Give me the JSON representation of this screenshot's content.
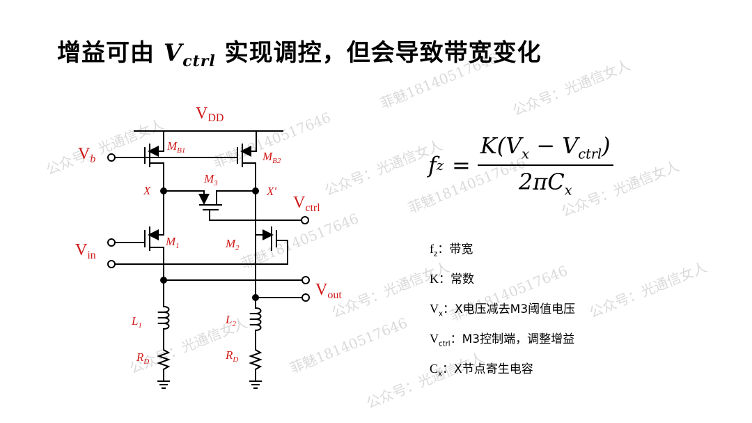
{
  "title": {
    "prefix": "增益可由 ",
    "var": "V",
    "var_sub": "ctrl",
    "suffix": " 实现调控，但会导致带宽变化"
  },
  "circuit": {
    "vdd": "V",
    "vdd_sub": "DD",
    "vb": "V",
    "vb_sub": "b",
    "vin": "V",
    "vin_sub": "in",
    "vctrl": "V",
    "vctrl_sub": "ctrl",
    "vout": "V",
    "vout_sub": "out",
    "mb1": "M",
    "mb1_sub": "B1",
    "mb2": "M",
    "mb2_sub": "B2",
    "m1": "M",
    "m1_sub": "1",
    "m2": "M",
    "m2_sub": "2",
    "m3": "M",
    "m3_sub": "3",
    "x": "X",
    "xp": "X′",
    "l1": "L",
    "l1_sub": "1",
    "l2": "L",
    "l2_sub": "2",
    "rd1": "R",
    "rd1_sub": "D",
    "rd2": "R",
    "rd2_sub": "D"
  },
  "formula": {
    "lhs": "f",
    "lhs_sub": "z",
    "eq": "=",
    "num": "K(V",
    "num_sub1": "x",
    "num_mid": " − V",
    "num_sub2": "ctrl",
    "num_end": ")",
    "den": "2πC",
    "den_sub": "x"
  },
  "legend": [
    {
      "sym": "f",
      "sub": "z",
      "sep": "：",
      "desc": "带宽"
    },
    {
      "sym": "K",
      "sub": "",
      "sep": "：",
      "desc": "常数"
    },
    {
      "sym": "V",
      "sub": "x",
      "sep": "：",
      "desc": "X电压减去M3阈值电压"
    },
    {
      "sym": "V",
      "sub": "ctrl",
      "sep": "：",
      "desc": "M3控制端，调整增益"
    },
    {
      "sym": "C",
      "sub": "x",
      "sep": "：",
      "desc": "X节点寄生电容"
    }
  ],
  "watermarks": [
    "公众号：光通信女人",
    "菲魅18140517646"
  ]
}
